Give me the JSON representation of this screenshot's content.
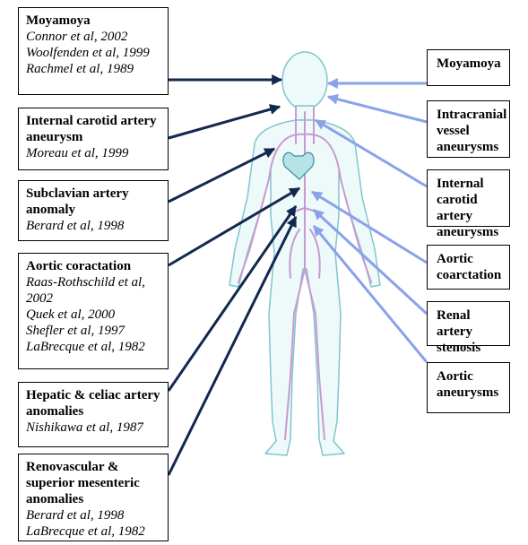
{
  "left_boxes": [
    {
      "title": "Moyamoya",
      "citations": [
        "Connor et al, 2002",
        "Woolfenden et al, 1999",
        "Rachmel et al, 1989"
      ]
    },
    {
      "title": "Internal carotid artery aneurysm",
      "citations": [
        "Moreau et al, 1999"
      ]
    },
    {
      "title": "Subclavian artery anomaly",
      "citations": [
        "Berard et al, 1998"
      ]
    },
    {
      "title": "Aortic coractation",
      "citations": [
        "Raas-Rothschild et al, 2002",
        "Quek et al, 2000",
        "Shefler et al, 1997",
        "LaBrecque et al, 1982"
      ]
    },
    {
      "title": "Hepatic & celiac artery anomalies",
      "citations": [
        "Nishikawa et al, 1987"
      ]
    },
    {
      "title": "Renovascular & superior mesenteric anomalies",
      "citations": [
        "Berard et al, 1998",
        "LaBrecque et al, 1982"
      ]
    }
  ],
  "right_boxes": [
    {
      "title": "Moyamoya"
    },
    {
      "title": "Intracranial vessel aneurysms"
    },
    {
      "title": "Internal carotid artery aneurysms"
    },
    {
      "title": "Aortic coarctation"
    },
    {
      "title": "Renal artery stenosis"
    },
    {
      "title": "Aortic aneurysms"
    }
  ],
  "colors": {
    "left_arrow": "#12284f",
    "right_arrow": "#8aa2e8",
    "body_outline": "#7fc6cf",
    "vessels": "#c99ad0",
    "box_border": "#000000"
  }
}
